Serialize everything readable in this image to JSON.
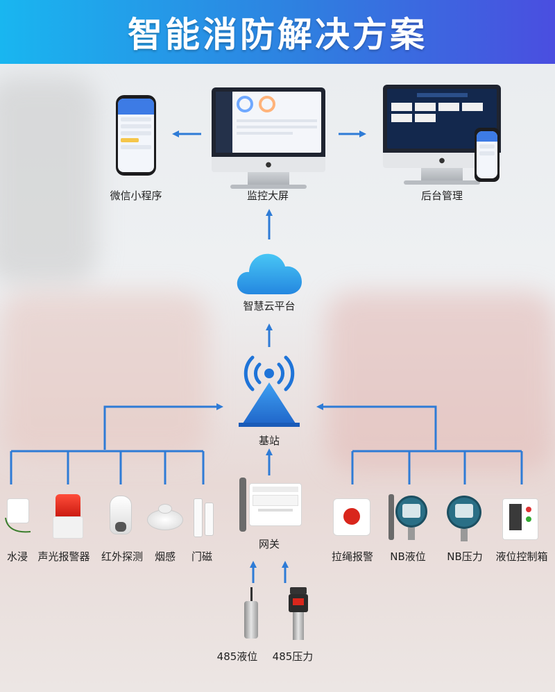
{
  "header": {
    "title": "智能消防解决方案"
  },
  "nodes": {
    "wechat": "微信小程序",
    "monitor": "监控大屏",
    "backend": "后台管理",
    "cloud": "智慧云平台",
    "base_station": "基站",
    "gateway": "网关"
  },
  "left_sensors": [
    "水浸",
    "声光报警器",
    "红外探测",
    "烟感",
    "门磁"
  ],
  "right_sensors": [
    "拉绳报警",
    "NB液位",
    "NB压力",
    "液位控制箱"
  ],
  "bottom_sensors": [
    "485液位",
    "485压力"
  ],
  "colors": {
    "line": "#2e7bd6",
    "header_start": "#19b6f0",
    "header_end": "#4a4ee0"
  }
}
